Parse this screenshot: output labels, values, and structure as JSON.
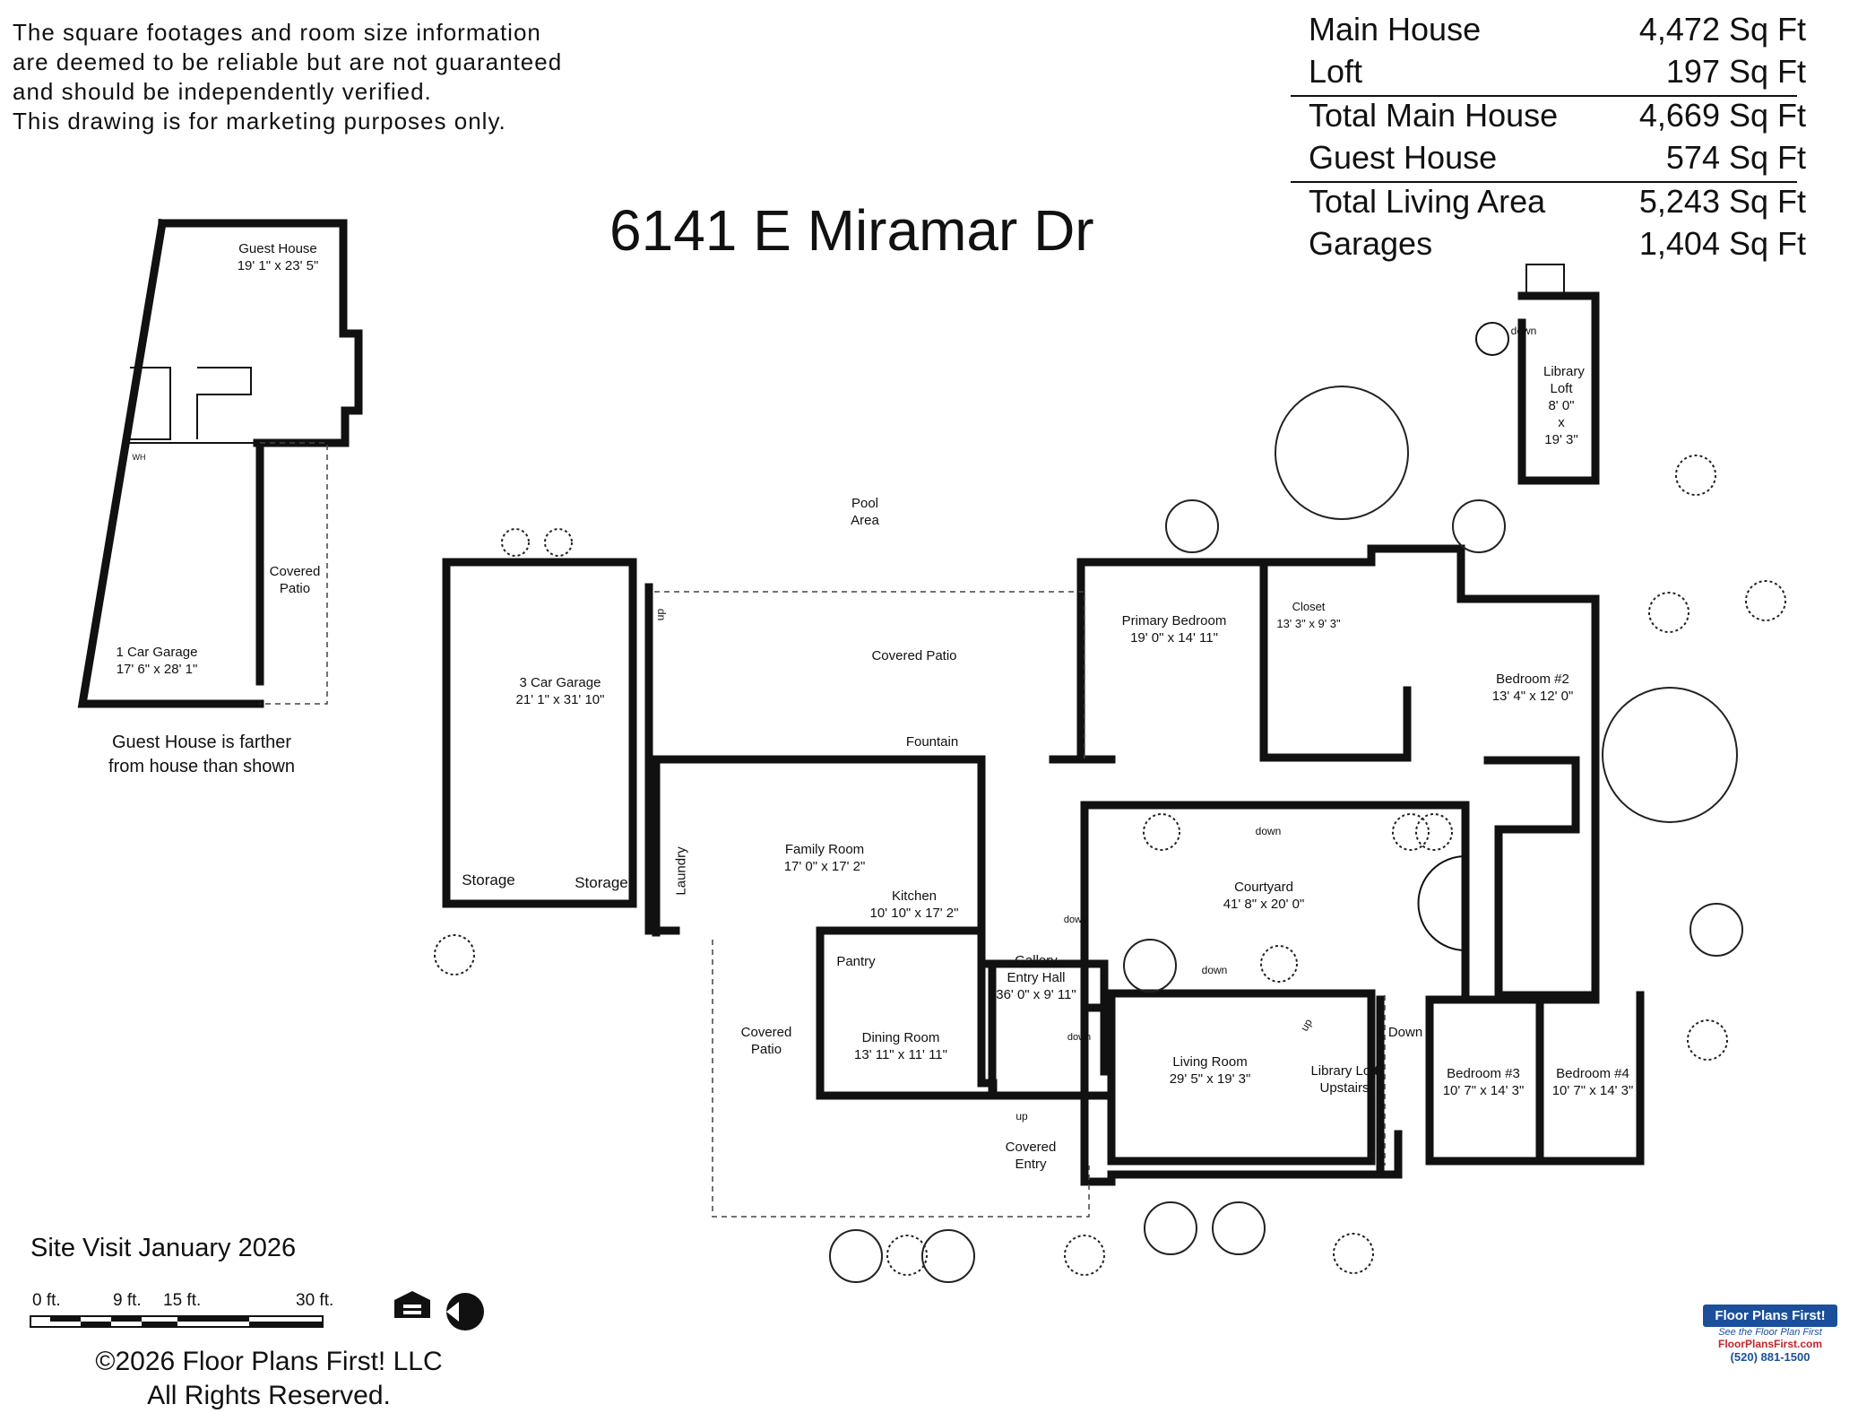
{
  "disclaimer": [
    "The square footages and room size information",
    "are deemed to be reliable but are not guaranteed",
    "and should be independently verified.",
    "This drawing is for marketing purposes only."
  ],
  "title": "6141 E Miramar Dr",
  "areas": [
    {
      "label": "Main House",
      "value": "4,472 Sq Ft"
    },
    {
      "label": "Loft",
      "value": "197 Sq Ft"
    },
    {
      "label": "Total Main House",
      "value": "4,669 Sq Ft"
    },
    {
      "label": "Guest House",
      "value": "574 Sq Ft"
    },
    {
      "label": "Total Living Area",
      "value": "5,243 Sq Ft"
    },
    {
      "label": "Garages",
      "value": "1,404 Sq Ft"
    }
  ],
  "rooms": {
    "guest_house": {
      "name": "Guest House",
      "size": "19' 1\" x 23' 5\""
    },
    "one_car_garage": {
      "name": "1 Car Garage",
      "size": "17' 6\" x 28' 1\""
    },
    "covered_patio_guest": "Covered Patio",
    "guest_note": [
      "Guest House is farther",
      "from house than shown"
    ],
    "library_loft": {
      "name": "Library Loft",
      "size_a": "8' 0\"",
      "x": "x",
      "size_b": "19' 3\"",
      "down": "down"
    },
    "pool_area": "Pool Area",
    "three_car_garage": {
      "name": "3 Car Garage",
      "size": "21' 1\" x 31' 10\""
    },
    "storage_1": "Storage",
    "storage_2": "Storage",
    "laundry": "Laundry",
    "covered_patio_north": "Covered Patio",
    "fountain": "Fountain",
    "family_room": {
      "name": "Family Room",
      "size": "17' 0\" x 17' 2\""
    },
    "kitchen": {
      "name": "Kitchen",
      "size": "10' 10\" x 17' 2\""
    },
    "pantry": "Pantry",
    "dining_room": {
      "name": "Dining Room",
      "size": "13' 11\" x 11' 11\""
    },
    "covered_patio_south": "Covered Patio",
    "gallery": {
      "name": "Gallery Entry Hall",
      "size": "36' 0\" x 9' 11\""
    },
    "covered_entry": "Covered Entry",
    "primary_bedroom": {
      "name": "Primary Bedroom",
      "size": "19' 0\" x 14' 11\""
    },
    "closet": {
      "name": "Closet",
      "size": "13' 3\" x 9' 3\""
    },
    "bedroom_2": {
      "name": "Bedroom #2",
      "size": "13' 4\" x 12' 0\""
    },
    "courtyard": {
      "name": "Courtyard",
      "size": "41' 8\" x 20' 0\""
    },
    "living_room": {
      "name": "Living Room",
      "size": "29' 5\" x 19' 3\""
    },
    "library_loft_upstairs": "Library Loft Upstairs",
    "bedroom_3": {
      "name": "Bedroom #3",
      "size": "10' 7\" x 14' 3\""
    },
    "bedroom_4": {
      "name": "Bedroom #4",
      "size": "10' 7\" x 14' 3\""
    },
    "down_label": "down",
    "down_cap": "Down",
    "up_label": "up",
    "wh": "WH"
  },
  "site_visit": "Site Visit January 2026",
  "scale": [
    "0 ft.",
    "9 ft.",
    "15 ft.",
    "30 ft."
  ],
  "copyright": [
    "©2026 Floor Plans First! LLC",
    "All Rights Reserved."
  ],
  "brand": {
    "name": "Floor Plans First!",
    "tagline": "See the Floor Plan First",
    "url": "FloorPlansFirst.com",
    "phone": "(520) 881-1500",
    "color_primary": "#1b4f9c",
    "color_accent": "#c0262d"
  }
}
